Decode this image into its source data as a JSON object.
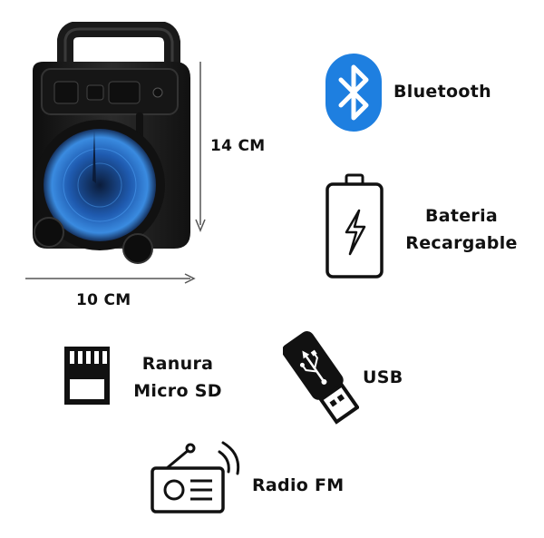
{
  "dimensions": {
    "height_label": "14 CM",
    "width_label": "10 CM"
  },
  "features": {
    "bluetooth": {
      "label": "Bluetooth",
      "icon": "bluetooth-icon",
      "color": "#1e7fe0"
    },
    "battery": {
      "line1": "Bateria",
      "line2": "Recargable",
      "icon": "battery-icon"
    },
    "sd_card": {
      "line1": "Ranura",
      "line2": "Micro SD",
      "icon": "sd-card-icon"
    },
    "usb": {
      "label": "USB",
      "icon": "usb-drive-icon"
    },
    "radio": {
      "label": "Radio FM",
      "icon": "radio-icon"
    }
  },
  "colors": {
    "speaker_body": "#1c1c1c",
    "speaker_grille": "#2a6fc9"
  }
}
